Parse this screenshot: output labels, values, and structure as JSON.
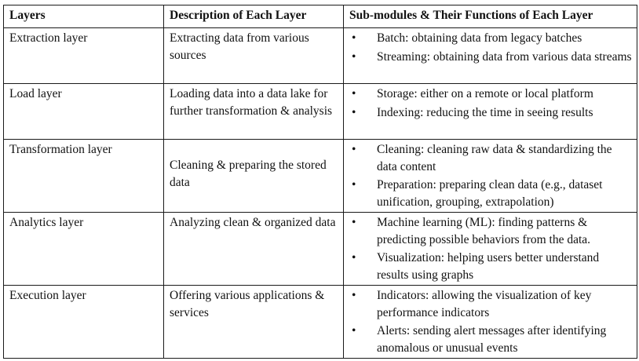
{
  "headers": {
    "layers": "Layers",
    "description": "Description of Each Layer",
    "submodules": "Sub-modules & Their Functions of Each Layer"
  },
  "bullet_char": "•",
  "rows": [
    {
      "layer": "Extraction layer",
      "description": "Extracting data from various sources",
      "submodules": [
        "Batch: obtaining data from legacy batches",
        "Streaming: obtaining data from various data streams"
      ]
    },
    {
      "layer": "Load layer",
      "description": "Loading data into a data lake for further transformation & analysis",
      "submodules": [
        "Storage: either on a remote or local platform",
        "Indexing: reducing the time in seeing results"
      ]
    },
    {
      "layer": "Transformation layer",
      "description": "Cleaning & preparing the stored data",
      "submodules": [
        "Cleaning: cleaning raw data & standardizing the data content",
        "Preparation: preparing clean data (e.g., dataset unification, grouping, extrapolation)"
      ]
    },
    {
      "layer": "Analytics layer",
      "description": "Analyzing clean & organized data",
      "submodules": [
        "Machine learning (ML): finding patterns & predicting possible behaviors from the data.",
        "Visualization: helping users better understand results using graphs"
      ]
    },
    {
      "layer": "Execution layer",
      "description": "Offering various applications & services",
      "submodules": [
        "Indicators: allowing the visualization of key performance indicators",
        "Alerts: sending alert messages after identifying anomalous or unusual events"
      ]
    }
  ]
}
